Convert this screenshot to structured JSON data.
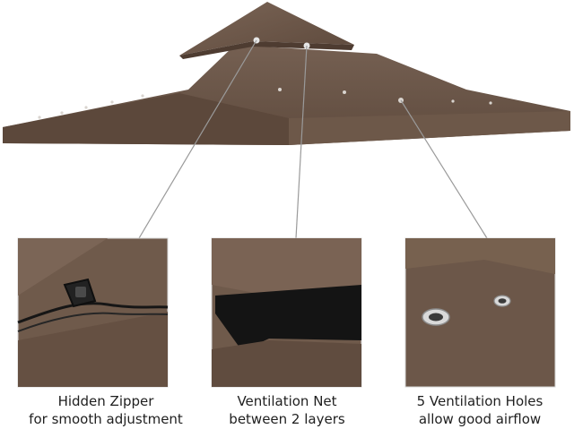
{
  "colors": {
    "canopy": "#6b5547",
    "canopy_dark": "#574337",
    "canopy_light": "#7a6354",
    "detail_bg": "#6f5a4b",
    "callout_line": "#9a9a9a",
    "mesh": "#141414",
    "text": "#1f1f1f"
  },
  "features": [
    {
      "line1": "Hidden Zipper",
      "line2": "for smooth adjustment",
      "icon": "zipper-icon"
    },
    {
      "line1": "Ventilation Net",
      "line2": "between 2 layers",
      "icon": "mesh-icon"
    },
    {
      "line1": "5 Ventilation Holes",
      "line2": "allow good airflow",
      "icon": "grommet-icon"
    }
  ]
}
